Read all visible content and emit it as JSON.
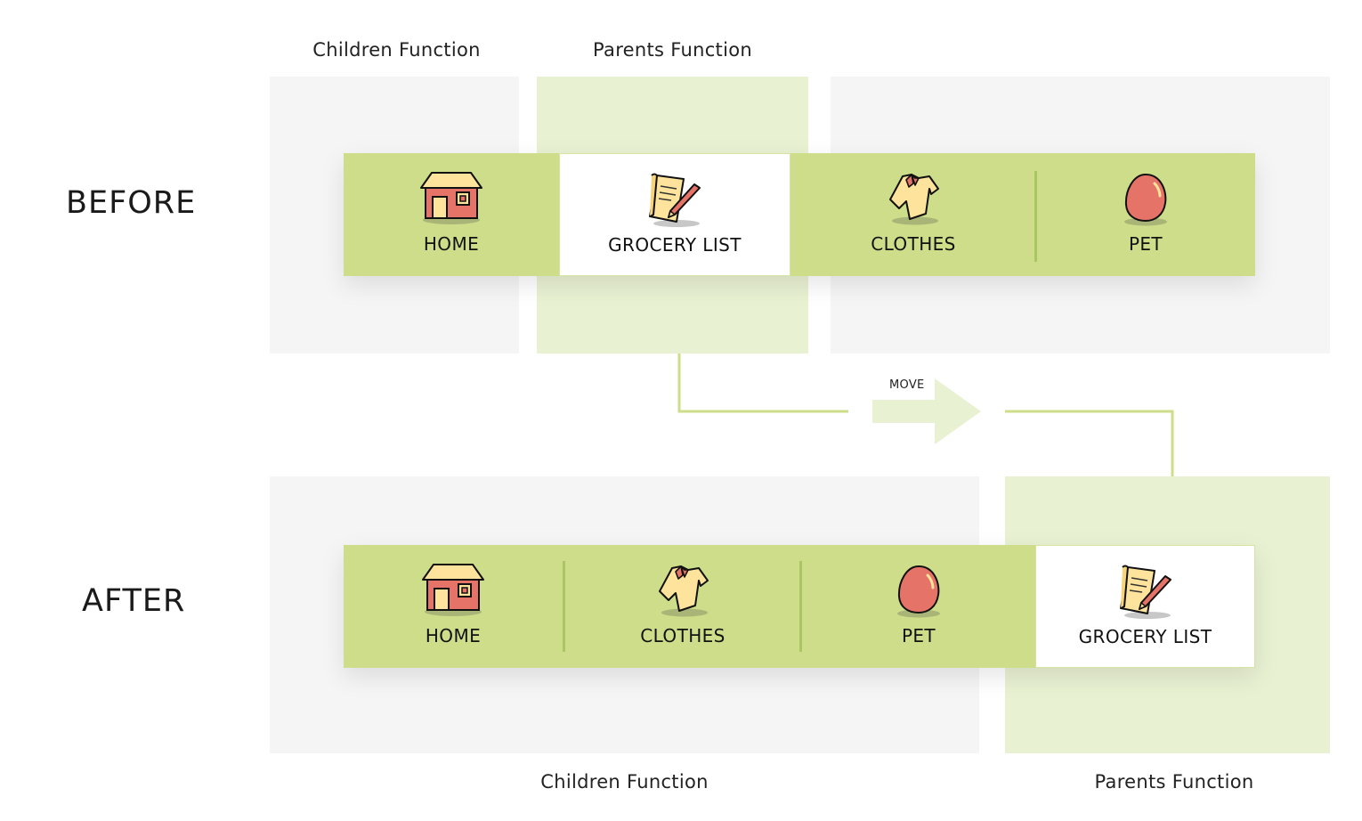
{
  "before": {
    "row_label": "BEFORE",
    "zone_labels": {
      "children": "Children Function",
      "parents": "Parents Function"
    },
    "nav_items": [
      {
        "label": "HOME",
        "icon": "house-icon",
        "selected": false
      },
      {
        "label": "GROCERY LIST",
        "icon": "grocery-list-icon",
        "selected": true
      },
      {
        "label": "CLOTHES",
        "icon": "shirt-icon",
        "selected": false
      },
      {
        "label": "PET",
        "icon": "egg-icon",
        "selected": false
      }
    ]
  },
  "transition": {
    "label": "MOVE",
    "icon": "right-arrow-icon"
  },
  "after": {
    "row_label": "AFTER",
    "zone_labels": {
      "children": "Children Function",
      "parents": "Parents Function"
    },
    "nav_items": [
      {
        "label": "HOME",
        "icon": "house-icon",
        "selected": false
      },
      {
        "label": "CLOTHES",
        "icon": "shirt-icon",
        "selected": false
      },
      {
        "label": "PET",
        "icon": "egg-icon",
        "selected": false
      },
      {
        "label": "GROCERY LIST",
        "icon": "grocery-list-icon",
        "selected": true
      }
    ]
  },
  "colors": {
    "navbar_green": "#cddd8a",
    "zone_green": "#e9f1d3",
    "zone_grey": "#f5f5f5",
    "connector_green": "#cddd8a",
    "separator_green": "#aac564",
    "icon_red": "#e57368",
    "icon_yellow": "#fde39b"
  }
}
